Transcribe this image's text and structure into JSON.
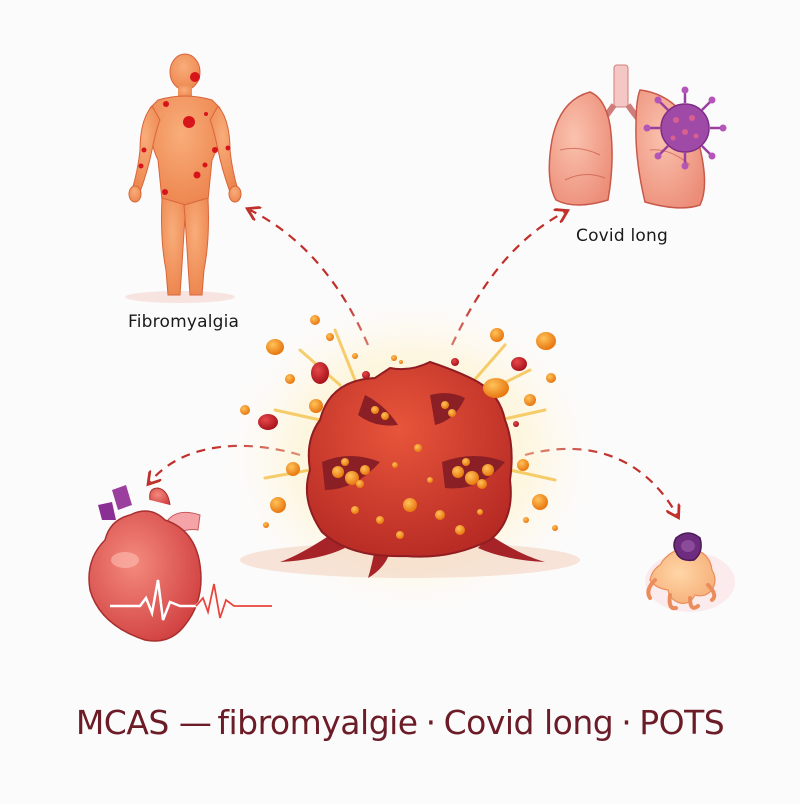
{
  "diagram": {
    "title": "MCAS — fibromyalgie · Covid long · POTS",
    "caption_parts": [
      "MCAS",
      "—",
      "fibromyalgie",
      "·",
      "Covid long",
      "·",
      "POTS"
    ],
    "center": {
      "label": "mast-cell-degranulating",
      "color": "#c8372a",
      "granule_color": "#f08a1c"
    },
    "nodes": [
      {
        "id": "fibromyalgia",
        "label": "Fibromyalgia",
        "icon": "human-body-pain-points-icon",
        "position": "top-left"
      },
      {
        "id": "covid-long",
        "label": "Covid long",
        "icon": "lungs-virus-icon",
        "position": "top-right"
      },
      {
        "id": "pots",
        "label": "",
        "icon": "heart-ecg-icon",
        "position": "bottom-left"
      },
      {
        "id": "cell",
        "label": "",
        "icon": "neuron-cell-icon",
        "position": "bottom-right"
      }
    ],
    "edges": [
      {
        "from": "center",
        "to": "fibromyalgia",
        "style": "dashed-arrow"
      },
      {
        "from": "center",
        "to": "covid-long",
        "style": "dashed-arrow"
      },
      {
        "from": "center",
        "to": "pots",
        "style": "dashed-arrow"
      },
      {
        "from": "center",
        "to": "cell",
        "style": "dashed-arrow"
      }
    ],
    "colors": {
      "arrow": "#c0302a",
      "caption": "#6b1c26",
      "label": "#1a1a1a",
      "background": "#fcfbfc",
      "skin": "#f2935e",
      "pain_point": "#d8141b",
      "lung": "#f0a08a",
      "virus": "#9a3fa0",
      "heart": "#e0554f",
      "ecg": "#e8463c"
    }
  }
}
